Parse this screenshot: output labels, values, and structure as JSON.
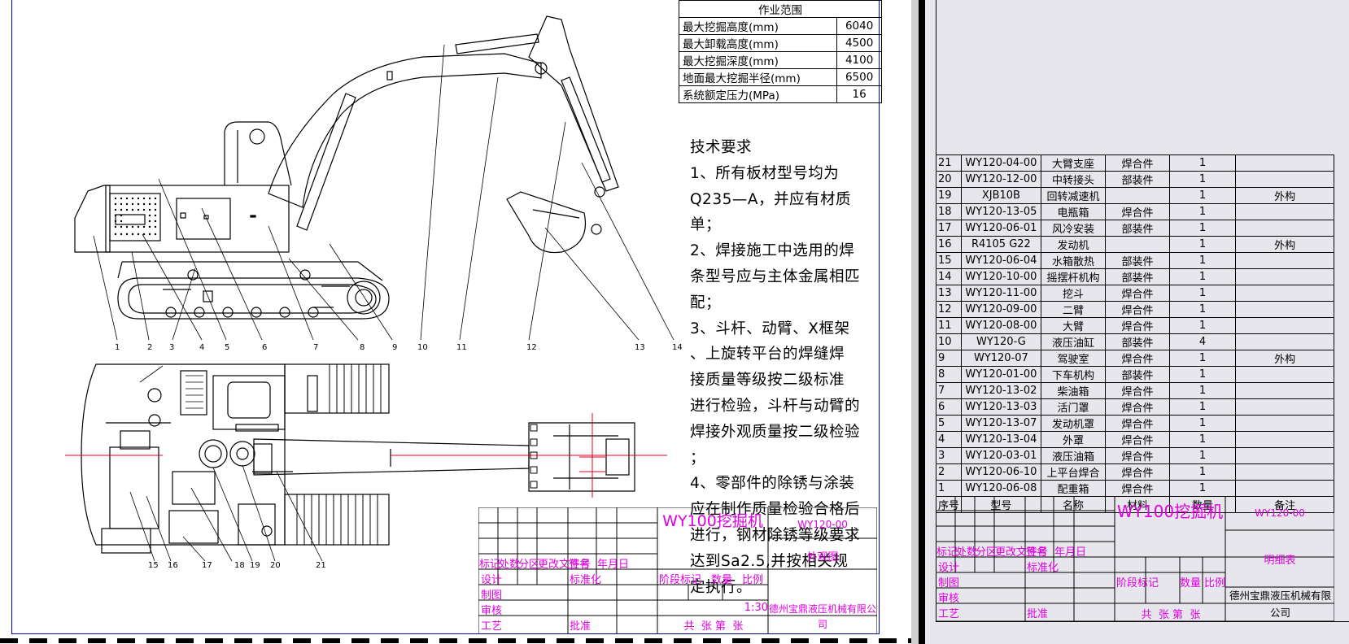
{
  "spec_table": {
    "title": "作业范围",
    "rows": [
      {
        "label": "最大挖掘高度(mm)",
        "value": "6040"
      },
      {
        "label": "最大卸载高度(mm)",
        "value": "4500"
      },
      {
        "label": "最大挖掘深度(mm)",
        "value": "4100"
      },
      {
        "label": "地面最大挖掘半径(mm)",
        "value": "6500"
      },
      {
        "label": "系统额定压力(MPa)",
        "value": "16"
      }
    ]
  },
  "tech_requirements": {
    "lines": [
      "技术要求",
      "1、所有板材型号均为",
      "Q235—A，并应有材质",
      "单；",
      "2、焊接施工中选用的焊",
      "条型号应与主体金属相匹",
      "配；",
      "3、斗杆、动臂、X框架",
      "、上旋转平台的焊缝焊",
      "接质量等级按二级标准",
      "进行检验，斗杆与动臂的",
      "焊接外观质量按二级检验",
      "；",
      "4、零部件的除锈与涂装",
      "应在制作质量检验合格后",
      "进行，钢材除锈等级要求",
      "达到Sa2.5,并按相关规",
      "定执行。"
    ]
  },
  "callouts_side": [
    "1",
    "2",
    "3",
    "4",
    "5",
    "6",
    "7",
    "8",
    "9",
    "10",
    "11",
    "12",
    "13",
    "14"
  ],
  "callouts_top": [
    "15",
    "16",
    "17",
    "18",
    "19",
    "20",
    "21"
  ],
  "title_block_left": {
    "headers": [
      "标记",
      "处数",
      "分区",
      "更改文件号",
      "签名",
      "年月日"
    ],
    "roles": [
      "设计",
      "制图",
      "审核",
      "工艺"
    ],
    "std_label": "标准化",
    "approve_label": "批准",
    "stage_headers": [
      "阶段标记",
      "数量",
      "比例"
    ],
    "scale": "1:30",
    "sheet_label": "共  张 第  张",
    "product": "WY100挖掘机",
    "drawing_no": "WY120-00",
    "drawing_name": "外观图",
    "company": "德州宝鼎液压机械有限公司"
  },
  "parts_list": {
    "headers": [
      "序号",
      "型号",
      "名称",
      "材料",
      "数量",
      "备注"
    ],
    "rows": [
      [
        "21",
        "WY120-04-00",
        "大臂支座",
        "焊合件",
        "1",
        ""
      ],
      [
        "20",
        "WY120-12-00",
        "中转接头",
        "部装件",
        "1",
        ""
      ],
      [
        "19",
        "XJB10B",
        "回转减速机",
        "",
        "1",
        "外构"
      ],
      [
        "18",
        "WY120-13-05",
        "电瓶箱",
        "焊合件",
        "1",
        ""
      ],
      [
        "17",
        "WY120-06-01",
        "风冷安装",
        "部装件",
        "1",
        ""
      ],
      [
        "16",
        "R4105 G22",
        "发动机",
        "",
        "1",
        "外构"
      ],
      [
        "15",
        "WY120-06-04",
        "水箱散热",
        "部装件",
        "1",
        ""
      ],
      [
        "14",
        "WY120-10-00",
        "摇摆杆机构",
        "部装件",
        "1",
        ""
      ],
      [
        "13",
        "WY120-11-00",
        "挖斗",
        "焊合件",
        "1",
        ""
      ],
      [
        "12",
        "WY120-09-00",
        "二臂",
        "焊合件",
        "1",
        ""
      ],
      [
        "11",
        "WY120-08-00",
        "大臂",
        "焊合件",
        "1",
        ""
      ],
      [
        "10",
        "WY120-G",
        "液压油缸",
        "部装件",
        "4",
        ""
      ],
      [
        "9",
        "WY120-07",
        "驾驶室",
        "焊合件",
        "1",
        "外构"
      ],
      [
        "8",
        "WY120-01-00",
        "下车机构",
        "部装件",
        "1",
        ""
      ],
      [
        "7",
        "WY120-13-02",
        "柴油箱",
        "焊合件",
        "1",
        ""
      ],
      [
        "6",
        "WY120-13-03",
        "活门罩",
        "焊合件",
        "1",
        ""
      ],
      [
        "5",
        "WY120-13-07",
        "发动机罩",
        "焊合件",
        "1",
        ""
      ],
      [
        "4",
        "WY120-13-04",
        "外罩",
        "焊合件",
        "1",
        ""
      ],
      [
        "3",
        "WY120-03-01",
        "液压油箱",
        "焊合件",
        "1",
        ""
      ],
      [
        "2",
        "WY120-06-10",
        "上平台焊合",
        "焊合件",
        "1",
        ""
      ],
      [
        "1",
        "WY120-06-08",
        "配重箱",
        "焊合件",
        "1",
        ""
      ]
    ]
  },
  "title_block_right": {
    "headers": [
      "标记",
      "处数",
      "分区",
      "更改文件号",
      "签名",
      "年月日"
    ],
    "roles": [
      "设计",
      "制图",
      "审核",
      "工艺"
    ],
    "std_label": "标准化",
    "approve_label": "批准",
    "stage_headers": [
      "阶段标记",
      "数量",
      "比例"
    ],
    "sheet_label": "共  张 第  张",
    "product": "WY100挖掘机",
    "drawing_no": "WY120-00",
    "drawing_name": "明细表",
    "company": "德州宝鼎液压机械有限公司"
  },
  "colors": {
    "frame": "#0000cc",
    "title_accent": "#e000e0",
    "centerline": "#e00020"
  }
}
